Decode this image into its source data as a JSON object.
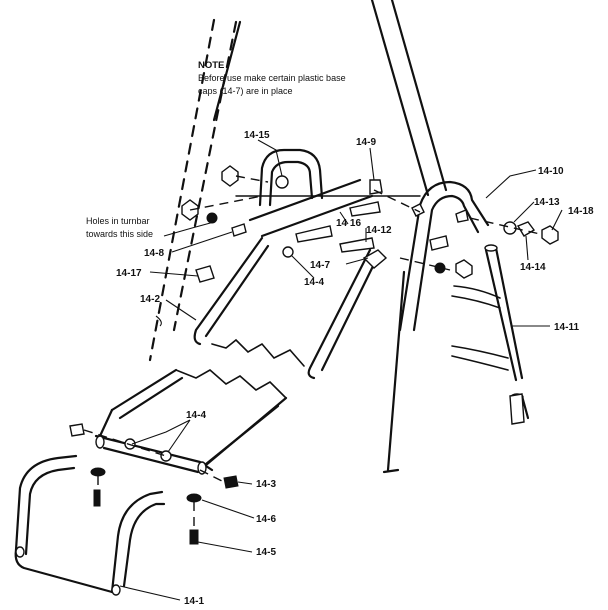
{
  "note": {
    "title": "NOTE",
    "line1": "Before use make certain plastic base",
    "line2": "caps (14-7) are in place"
  },
  "holes_note": {
    "line1": "Holes in turnbar",
    "line2": "towards this side"
  },
  "parts": {
    "p14_1": "14-1",
    "p14_2": "14-2",
    "p14_3": "14-3",
    "p14_4a": "14-4",
    "p14_4b": "14-4",
    "p14_5": "14-5",
    "p14_6": "14-6",
    "p14_7": "14-7",
    "p14_8": "14-8",
    "p14_9": "14-9",
    "p14_10": "14-10",
    "p14_11": "14-11",
    "p14_12": "14-12",
    "p14_13": "14-13",
    "p14_14": "14-14",
    "p14_15": "14-15",
    "p14_16": "14 16",
    "p14_17": "14-17",
    "p14_18": "14-18"
  }
}
